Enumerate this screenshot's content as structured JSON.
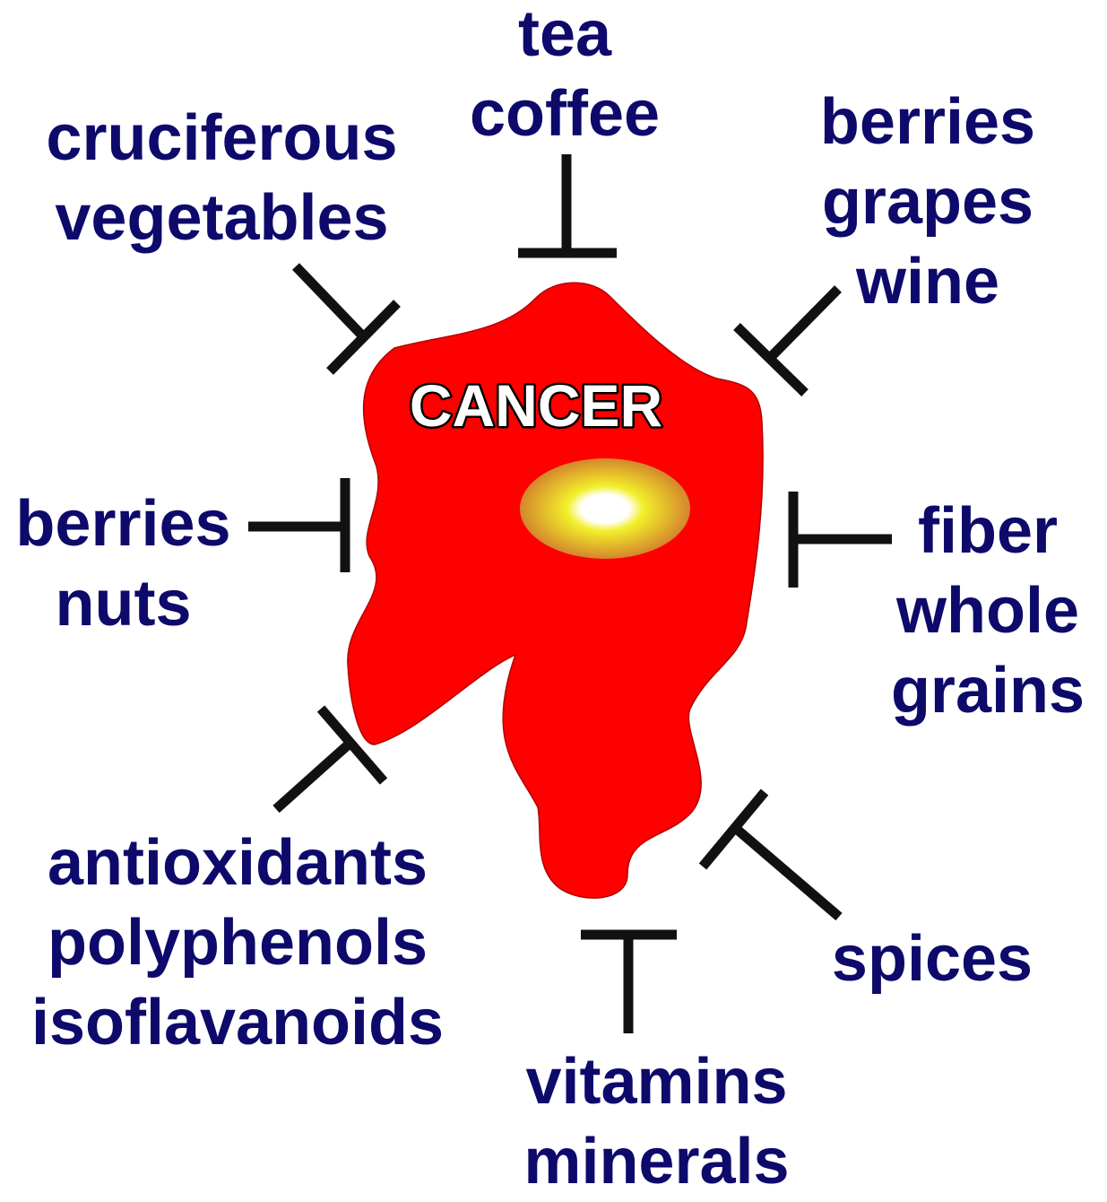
{
  "colors": {
    "text": "#0d0a6b",
    "inhibitor": "#111111",
    "cell_fill": "#ff0000",
    "cell_outline": "#b30000",
    "nucleus_inner": "#ffffff",
    "nucleus_mid": "#f2ef2a",
    "nucleus_outer": "#d4862c",
    "cancer_text": "#ffffff",
    "cancer_outline": "#000000"
  },
  "cell": {
    "label": "CANCER"
  },
  "groups": [
    {
      "id": "tea-coffee",
      "lines": [
        "tea",
        "coffee"
      ]
    },
    {
      "id": "cruciferous-vegetables",
      "lines": [
        "cruciferous",
        "vegetables"
      ]
    },
    {
      "id": "berries-grapes-wine",
      "lines": [
        "berries",
        "grapes",
        "wine"
      ]
    },
    {
      "id": "berries-nuts",
      "lines": [
        "berries",
        "nuts"
      ]
    },
    {
      "id": "fiber-whole-grains",
      "lines": [
        "fiber",
        "whole",
        "grains"
      ]
    },
    {
      "id": "antioxidants-polyphenols-isoflavanoids",
      "lines": [
        "antioxidants",
        "polyphenols",
        "isoflavanoids"
      ]
    },
    {
      "id": "vitamins-minerals",
      "lines": [
        "vitamins",
        "minerals"
      ]
    },
    {
      "id": "spices",
      "lines": [
        "spices"
      ]
    }
  ]
}
